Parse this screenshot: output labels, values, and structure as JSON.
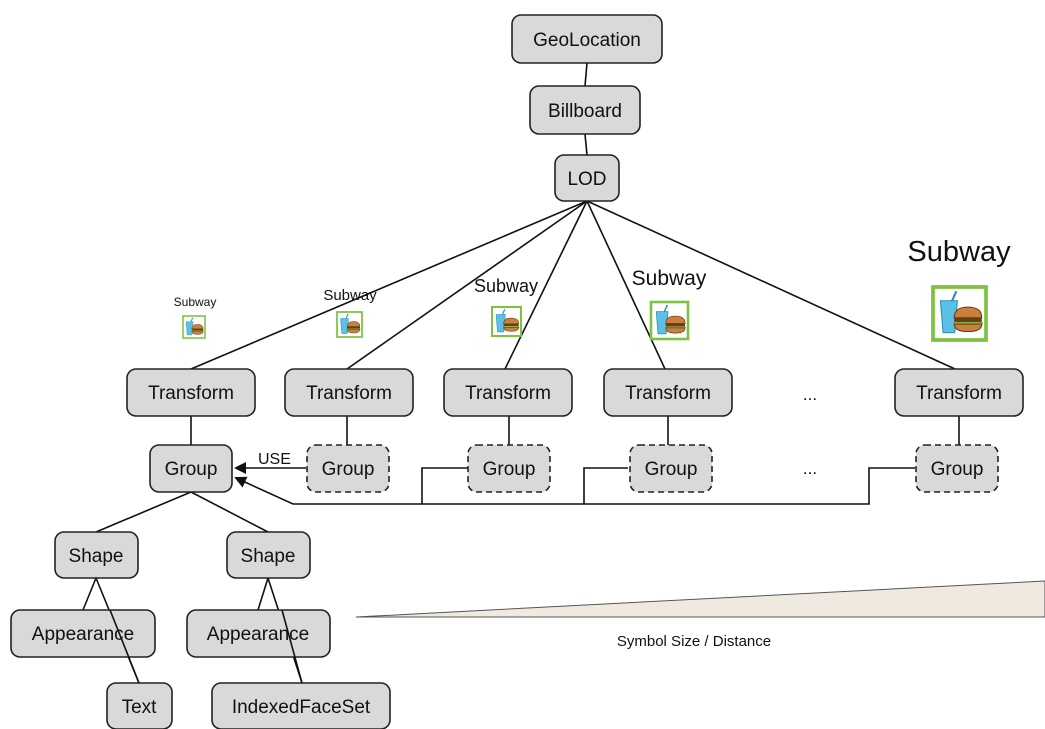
{
  "nodes": {
    "geolocation": "GeoLocation",
    "billboard": "Billboard",
    "lod": "LOD",
    "transform_1": "Transform",
    "transform_2": "Transform",
    "transform_3": "Transform",
    "transform_4": "Transform",
    "transform_5": "Transform",
    "group_1": "Group",
    "group_2": "Group",
    "group_3": "Group",
    "group_4": "Group",
    "group_5": "Group",
    "shape_1": "Shape",
    "shape_2": "Shape",
    "appearance_1": "Appearance",
    "appearance_2": "Appearance",
    "text": "Text",
    "indexed_face_set": "IndexedFaceSet"
  },
  "symbol_labels": [
    "Subway",
    "Subway",
    "Subway",
    "Subway",
    "Subway"
  ],
  "ellipsis_1": "...",
  "ellipsis_2": "...",
  "use_label": "USE",
  "scale_caption": "Symbol Size / Distance",
  "colors": {
    "node_fill": "#d9d9d9",
    "icon_border": "#7dc242",
    "cup": "#5bc0e6",
    "burger": "#a0612a"
  },
  "icon": "drink-and-burger-icon"
}
